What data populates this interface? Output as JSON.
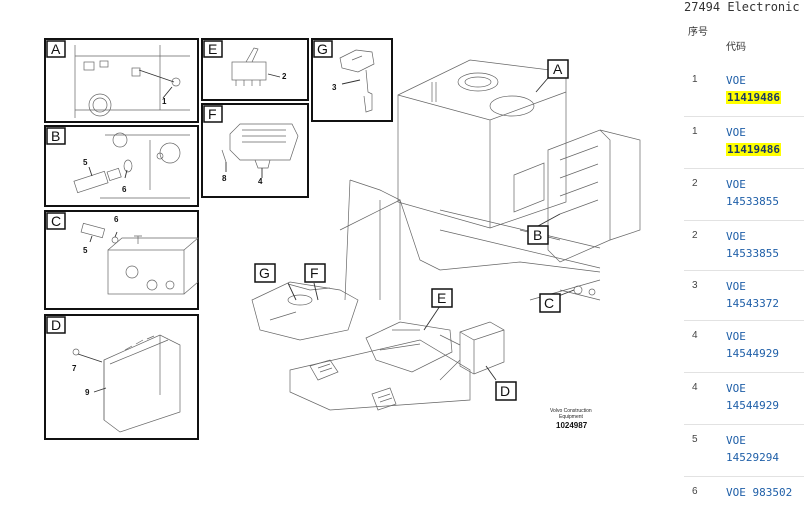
{
  "diagram": {
    "callouts": [
      "A",
      "B",
      "C",
      "D",
      "E",
      "F",
      "G"
    ],
    "part_numbers": [
      "1",
      "2",
      "3",
      "4",
      "5",
      "6",
      "7",
      "8",
      "9"
    ],
    "footer": {
      "brand_line1": "Volvo Construction",
      "brand_line2": "Equipment",
      "ref": "1024987"
    }
  },
  "parts_panel": {
    "title": "27494 Electronic",
    "header_seq": "序号",
    "header_code": "代码",
    "rows": [
      {
        "seq": "1",
        "code_prefix": "VOE",
        "code_number": "11419486",
        "highlighted": true
      },
      {
        "seq": "1",
        "code_prefix": "VOE",
        "code_number": "11419486",
        "highlighted": true
      },
      {
        "seq": "2",
        "code_prefix": "VOE",
        "code_number": "14533855",
        "highlighted": false
      },
      {
        "seq": "2",
        "code_prefix": "VOE",
        "code_number": "14533855",
        "highlighted": false
      },
      {
        "seq": "3",
        "code_prefix": "VOE",
        "code_number": "14543372",
        "highlighted": false
      },
      {
        "seq": "4",
        "code_prefix": "VOE",
        "code_number": "14544929",
        "highlighted": false
      },
      {
        "seq": "4",
        "code_prefix": "VOE",
        "code_number": "14544929",
        "highlighted": false
      },
      {
        "seq": "5",
        "code_prefix": "VOE",
        "code_number": "14529294",
        "highlighted": false
      },
      {
        "seq": "6",
        "code_prefix": "VOE",
        "code_number": "983502",
        "highlighted": false
      }
    ],
    "highlight_color": "#ffff00",
    "link_color": "#1f5fa8"
  }
}
